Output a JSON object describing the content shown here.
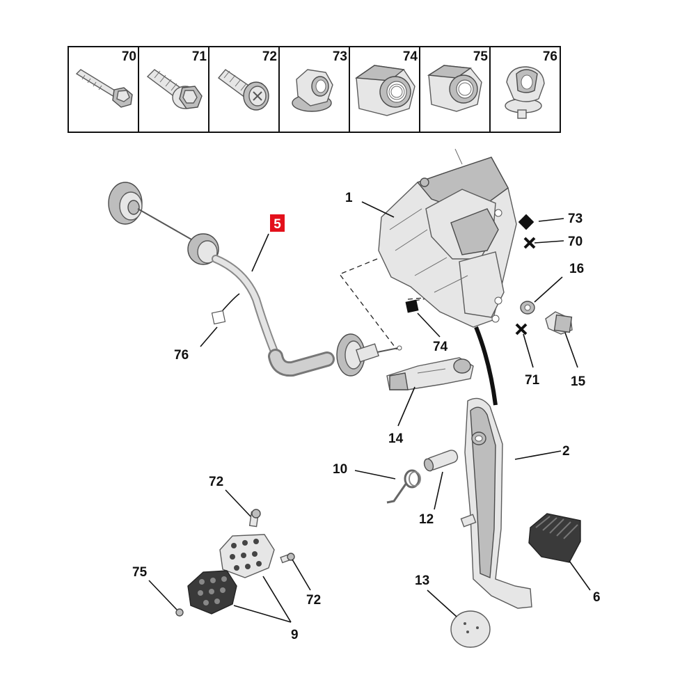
{
  "header_parts": [
    {
      "num": "70",
      "icon": "long-bolt-icon"
    },
    {
      "num": "71",
      "icon": "flange-bolt-icon"
    },
    {
      "num": "72",
      "icon": "screw-icon"
    },
    {
      "num": "73",
      "icon": "flange-nut-icon"
    },
    {
      "num": "74",
      "icon": "hex-nut-icon"
    },
    {
      "num": "75",
      "icon": "cap-nut-icon"
    },
    {
      "num": "76",
      "icon": "clip-icon"
    }
  ],
  "highlight": {
    "label": "5",
    "color": "#e3101b",
    "text_color": "#ffffff"
  },
  "callouts": {
    "c1": "1",
    "c73": "73",
    "c70": "70",
    "c16": "16",
    "c76": "76",
    "c74": "74",
    "c71": "71",
    "c15": "15",
    "c14": "14",
    "c2": "2",
    "c10": "10",
    "c12": "12",
    "c72a": "72",
    "c75": "75",
    "c72b": "72",
    "c9": "9",
    "c13": "13",
    "c6": "6"
  },
  "colors": {
    "line": "#111111",
    "part_fill": "#e6e6e6",
    "part_stroke": "#5a5a5a",
    "pad_rubber": "#3a3a3a"
  }
}
